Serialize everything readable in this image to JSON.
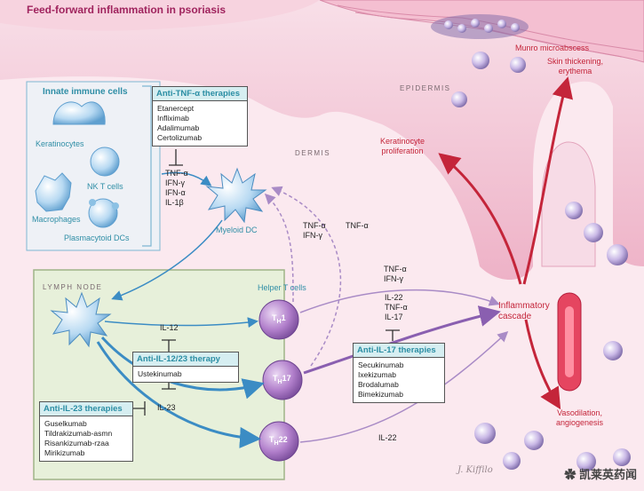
{
  "title": "Feed-forward inflammation in psoriasis",
  "regions": {
    "epidermis": "EPIDERMIS",
    "dermis": "DERMIS",
    "lymph_node": "LYMPH NODE"
  },
  "labels": {
    "innate_cells": "Innate immune cells",
    "keratinocytes": "Keratinocytes",
    "nk_t_cells": "NK T cells",
    "macrophages": "Macrophages",
    "plasmacytoid_dcs": "Plasmacytoid DCs",
    "myeloid_dc": "Myeloid DC",
    "helper_t_cells": "Helper T cells",
    "munro": "Munro microabscess",
    "skin_thickening": [
      "Skin thickening,",
      "erythema"
    ],
    "keratinocyte_proliferation": [
      "Keratinocyte",
      "proliferation"
    ],
    "inflammatory_cascade": [
      "Inflammatory",
      "cascade"
    ],
    "vasodilation": [
      "Vasodilation,",
      "angiogenesis"
    ]
  },
  "tcells": {
    "th1": {
      "main": "T",
      "sub": "H",
      "num": "1"
    },
    "th17": {
      "main": "T",
      "sub": "H",
      "num": "17"
    },
    "th22": {
      "main": "T",
      "sub": "H",
      "num": "22"
    }
  },
  "cytokines": {
    "innate": [
      "TNF-α",
      "IFN-γ",
      "IFN-α",
      "IL-1β"
    ],
    "th1_to_dc": [
      "TNF-α",
      "IFN-γ"
    ],
    "th17_to_dc": [
      "TNF-α"
    ],
    "th1_out": [
      "TNF-α",
      "IFN-γ"
    ],
    "th17_out": [
      "IL-22",
      "TNF-α",
      "IL-17"
    ],
    "th22_out": [
      "IL-22"
    ],
    "il12": "IL-12",
    "il23": "IL-23"
  },
  "therapies": {
    "anti_tnf": {
      "title": "Anti-TNF-α therapies",
      "drugs": [
        "Etanercept",
        "Infliximab",
        "Adalimumab",
        "Certolizumab"
      ]
    },
    "anti_il1223": {
      "title": "Anti-IL-12/23 therapy",
      "drugs": [
        "Ustekinumab"
      ]
    },
    "anti_il23": {
      "title": "Anti-IL-23 therapies",
      "drugs": [
        "Guselkumab",
        "Tildrakizumab-asmn",
        "Risankizumab-rzaa",
        "Mirikizumab"
      ]
    },
    "anti_il17": {
      "title": "Anti-IL-17 therapies",
      "drugs": [
        "Secukinumab",
        "Ixekizumab",
        "Brodalumab",
        "Bimekizumab"
      ]
    }
  },
  "signature": "J. Kiffilo",
  "watermark": "凯莱英药闻",
  "colors": {
    "skin": "#f4c6d6",
    "dermis": "#fbe6ee",
    "lymph_node": "#e8f1dc",
    "teal": "#2f8ea6",
    "red": "#c4253a",
    "purple": "#8a5fb0",
    "tcell": "#b07cc8"
  }
}
